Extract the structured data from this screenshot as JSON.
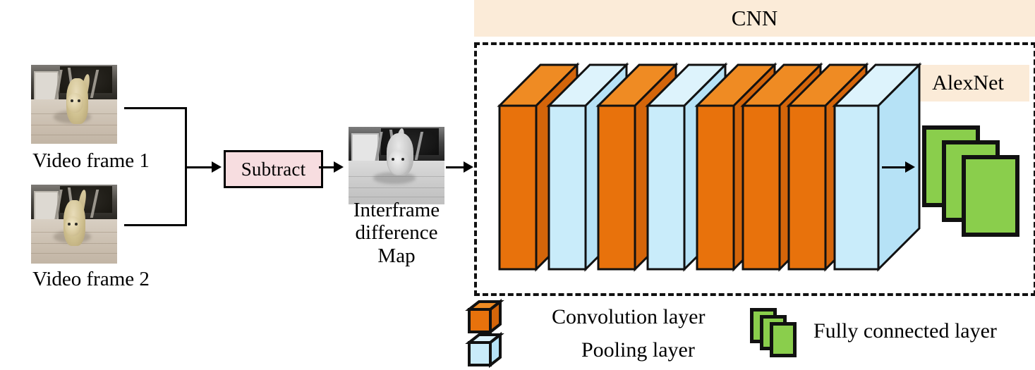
{
  "diagram": {
    "title": "CNN interframe-difference AlexNet pipeline",
    "colors": {
      "convolution": "#E8720C",
      "convolution_top": "#EF8B23",
      "convolution_side": "#D4650A",
      "pooling": "#C9ECFA",
      "pooling_top": "#DDF3FC",
      "pooling_side": "#B6E2F6",
      "fully_connected": "#8ACE4C",
      "band_beige": "#FBEBD8",
      "subtract_pink": "#F7DDE0",
      "stroke": "#111111",
      "background": "#FFFFFF"
    }
  },
  "inputs": {
    "frame1_label": "Video frame 1",
    "frame2_label": "Video frame 2",
    "frame1_alt": "video-frame-1-photo",
    "frame2_alt": "video-frame-2-photo"
  },
  "subtract": {
    "label": "Subtract"
  },
  "difference": {
    "label": "Interframe difference Map",
    "label_lines": [
      "Interframe",
      "difference",
      "Map"
    ],
    "alt": "interframe-difference-grayscale-photo"
  },
  "cnn": {
    "band_title": "CNN",
    "model_chip": "AlexNet",
    "layers": [
      {
        "index": 1,
        "type": "convolution",
        "name": "conv-1"
      },
      {
        "index": 2,
        "type": "pooling",
        "name": "pool-1"
      },
      {
        "index": 3,
        "type": "convolution",
        "name": "conv-2"
      },
      {
        "index": 4,
        "type": "pooling",
        "name": "pool-2"
      },
      {
        "index": 5,
        "type": "convolution",
        "name": "conv-3"
      },
      {
        "index": 6,
        "type": "convolution",
        "name": "conv-4"
      },
      {
        "index": 7,
        "type": "convolution",
        "name": "conv-5"
      },
      {
        "index": 8,
        "type": "pooling",
        "name": "pool-3"
      }
    ],
    "fully_connected_count": 3
  },
  "legend": {
    "items": [
      {
        "key": "convolution",
        "label": "Convolution layer",
        "icon": "orange-cube-icon"
      },
      {
        "key": "pooling",
        "label": "Pooling layer",
        "icon": "blue-cube-icon"
      },
      {
        "key": "fully_connected",
        "label": "Fully connected layer",
        "icon": "green-cards-icon"
      }
    ]
  }
}
